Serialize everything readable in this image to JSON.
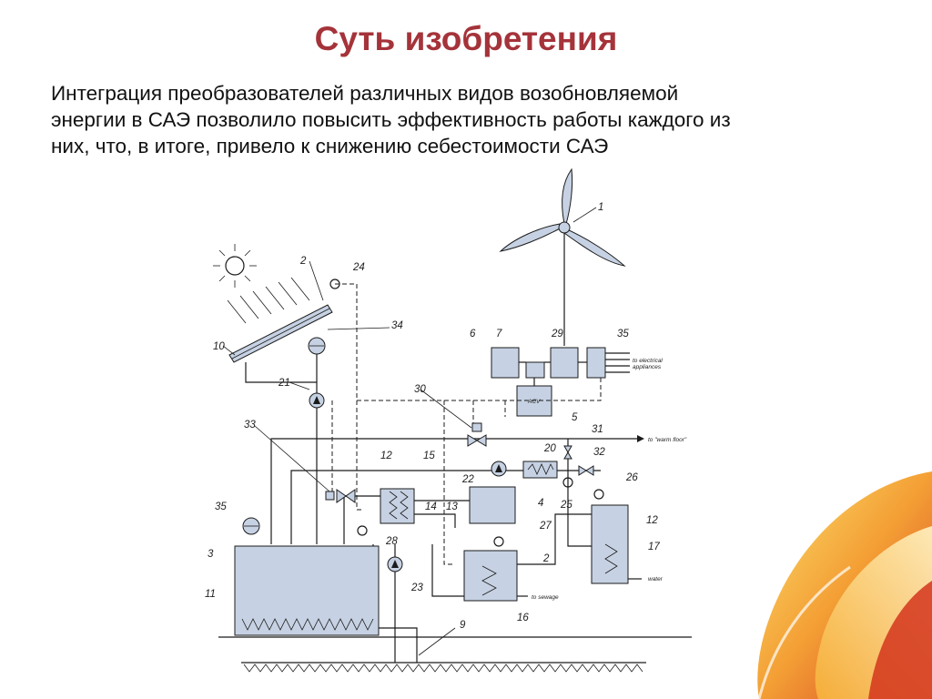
{
  "slide": {
    "title": "Суть изобретения",
    "body_lines": [
      "Интеграция преобразователей различных видов возобновляемой",
      "энергии в САЭ позволило повысить эффективность работы каждого из",
      "них, что, в итоге, привело к снижению себестоимости САЭ"
    ]
  },
  "diagram": {
    "labels": [
      "1",
      "2",
      "3",
      "4",
      "5",
      "6",
      "7",
      "9",
      "10",
      "11",
      "12",
      "12",
      "13",
      "14",
      "15",
      "16",
      "17",
      "20",
      "21",
      "22",
      "23",
      "24",
      "25",
      "26",
      "27",
      "28",
      "29",
      "30",
      "31",
      "32",
      "33",
      "34",
      "35",
      "35",
      "2"
    ],
    "acv_label": "ACV",
    "electrical_line1": "to electrical",
    "electrical_line2": "appliances",
    "warm_floor": "to \"warm floor\"",
    "sewage": "to sewage",
    "water": "water"
  },
  "colors": {
    "title": "#a5333a",
    "component_fill": "#c6d2e3",
    "decor_orange": "#f08a24",
    "decor_red": "#d4351c",
    "decor_yellow": "#f7c531"
  }
}
